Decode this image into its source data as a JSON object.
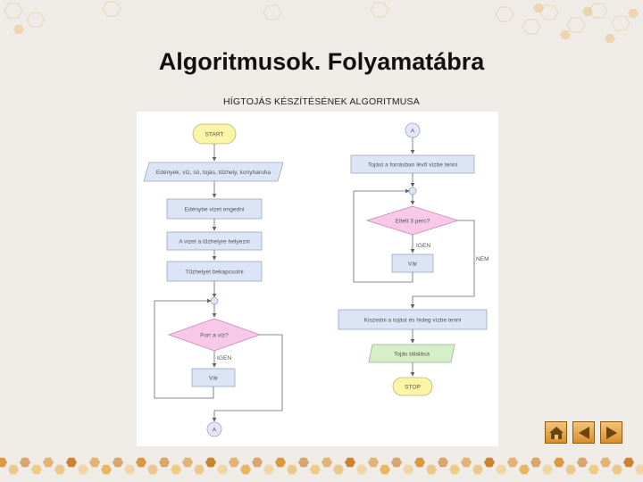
{
  "slide": {
    "title": "Algoritmusok. Folyamatábra",
    "subtitle": "HÍGTOJÁS KÉSZÍTÉSÉNEK ALGORITMUSA"
  },
  "flowchart": {
    "left": {
      "start": "START",
      "io": "Edények, víz, só, tojás, tűzhely, konyharuha",
      "step1": "Edénybe vizet engedni",
      "step2": "A vizet a tűzhelyre helyezni",
      "step3": "Tűzhelyet bekapcsolni",
      "decision": "Forr a víz?",
      "yes": "IGEN",
      "wait": "Vár",
      "connector": "A"
    },
    "right": {
      "connector": "A",
      "step1": "Tojást a forrásban lévő vízbe tenni",
      "decision": "Eltelt 3 perc?",
      "yes": "IGEN",
      "no": "NEM",
      "wait": "Vár",
      "step2": "Kiszedni a tojást és hideg vízbe tenni",
      "step3": "Tojás tálalása",
      "stop": "STOP"
    }
  },
  "nav": {
    "home": "home-icon",
    "prev": "arrow-left-icon",
    "next": "arrow-right-icon"
  },
  "colors": {
    "background": "#efebe6",
    "start": "#fbf5a6",
    "process": "#dbe5f5",
    "decision": "#f7c8e8",
    "output": "#d5efc8",
    "connector": "#e2e8f8",
    "nav": "#e0a040"
  }
}
